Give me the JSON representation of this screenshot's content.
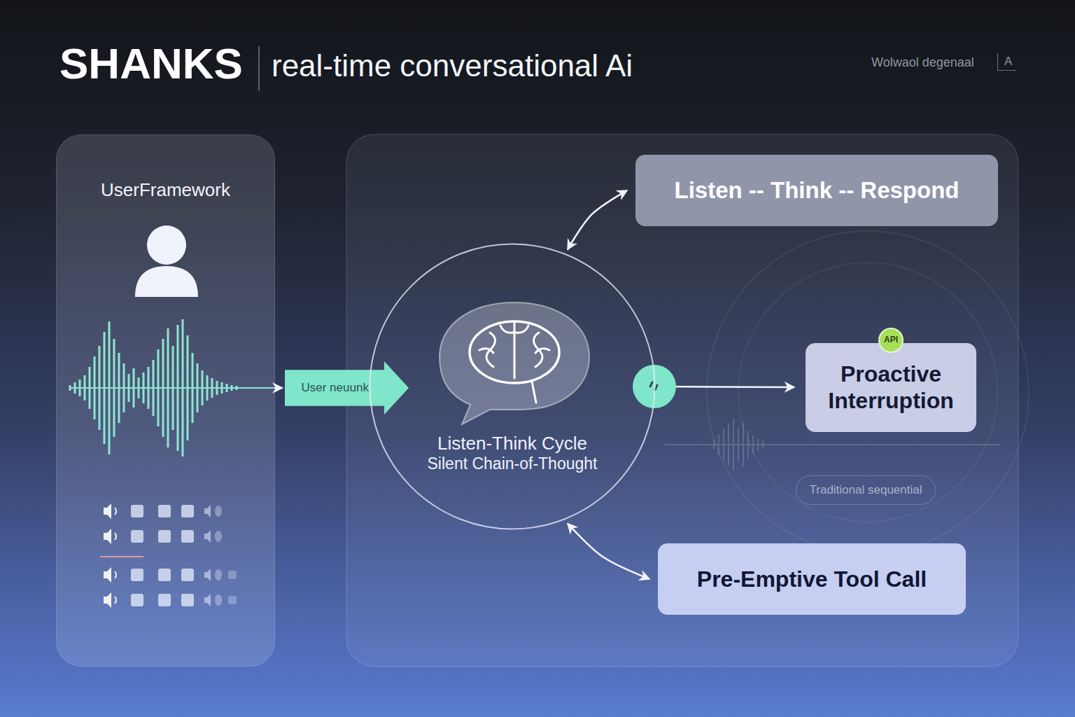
{
  "diagram": {
    "title": "SHANKS",
    "nodes": [
      {
        "text": [
          "UserFramework"
        ]
      },
      {
        "text": [
          "User neuunk"
        ]
      },
      {
        "text": [
          "Listen -- Think -- Respond"
        ]
      },
      {
        "text": [
          "Listen-Think Cycle",
          "Silent Chain-of-Thought"
        ]
      },
      {
        "text": [
          "Proactive Interruption"
        ]
      },
      {
        "text": [
          "API"
        ],
        "in": 4
      },
      {
        "text": [
          "Traditional sequential"
        ]
      },
      {
        "text": [
          "Pre-Emptive Tool Call"
        ]
      }
    ],
    "edges": [
      {
        "from": 0,
        "to": 1,
        "arrow": "to"
      },
      {
        "from": 3,
        "to": 2,
        "arrow": "both"
      },
      {
        "from": 3,
        "to": 4,
        "arrow": "to"
      },
      {
        "from": 3,
        "to": 7,
        "arrow": "both"
      }
    ],
    "labels": [
      "real-time conversational Ai",
      "Wolwaol degenaal",
      "A"
    ]
  }
}
